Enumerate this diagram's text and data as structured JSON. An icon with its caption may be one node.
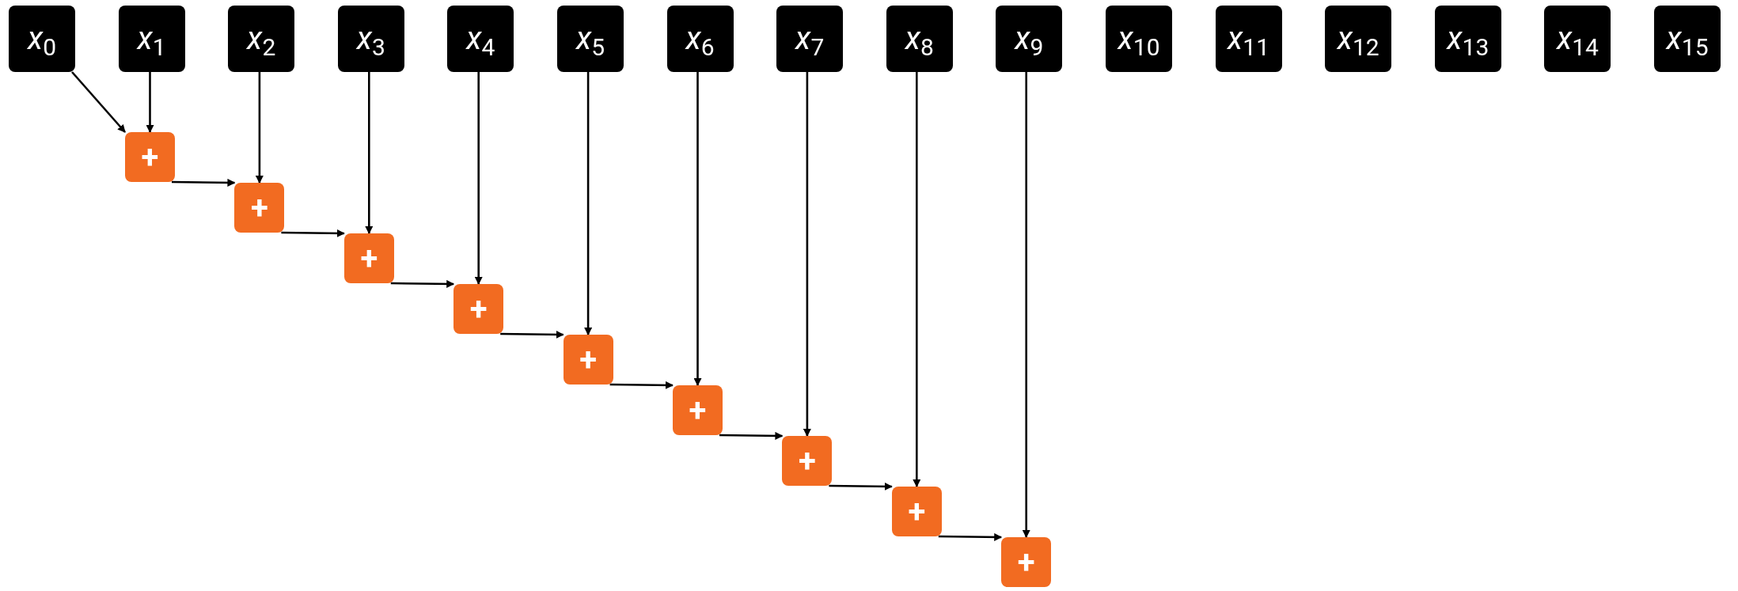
{
  "diagram": {
    "nodes": [
      {
        "text": [
          "*x*$_{0}$"
        ]
      },
      {
        "text": [
          "*x*$_{1}$"
        ]
      },
      {
        "text": [
          "*x*$_{2}$"
        ]
      },
      {
        "text": [
          "*x*$_{3}$"
        ]
      },
      {
        "text": [
          "*x*$_{4}$"
        ]
      },
      {
        "text": [
          "*x*$_{5}$"
        ]
      },
      {
        "text": [
          "*x*$_{6}$"
        ]
      },
      {
        "text": [
          "*x*$_{7}$"
        ]
      },
      {
        "text": [
          "*x*$_{8}$"
        ]
      },
      {
        "text": [
          "*x*$_{9}$"
        ]
      },
      {
        "text": [
          "*x*$_{10}$"
        ]
      },
      {
        "text": [
          "*x*$_{11}$"
        ]
      },
      {
        "text": [
          "*x*$_{12}$"
        ]
      },
      {
        "text": [
          "*x*$_{13}$"
        ]
      },
      {
        "text": [
          "*x*$_{14}$"
        ]
      },
      {
        "text": [
          "*x*$_{15}$"
        ]
      },
      {
        "text": [
          "+"
        ]
      },
      {
        "text": [
          "+"
        ]
      },
      {
        "text": [
          "+"
        ]
      },
      {
        "text": [
          "+"
        ]
      },
      {
        "text": [
          "+"
        ]
      },
      {
        "text": [
          "+"
        ]
      },
      {
        "text": [
          "+"
        ]
      },
      {
        "text": [
          "+"
        ]
      },
      {
        "text": [
          "+"
        ]
      }
    ],
    "edges": [
      {
        "from": 0,
        "to": 16,
        "arrow": "to"
      },
      {
        "from": 1,
        "to": 16,
        "arrow": "to"
      },
      {
        "from": 16,
        "to": 17,
        "arrow": "to"
      },
      {
        "from": 2,
        "to": 17,
        "arrow": "to"
      },
      {
        "from": 17,
        "to": 18,
        "arrow": "to"
      },
      {
        "from": 3,
        "to": 18,
        "arrow": "to"
      },
      {
        "from": 18,
        "to": 19,
        "arrow": "to"
      },
      {
        "from": 4,
        "to": 19,
        "arrow": "to"
      },
      {
        "from": 19,
        "to": 20,
        "arrow": "to"
      },
      {
        "from": 5,
        "to": 20,
        "arrow": "to"
      },
      {
        "from": 20,
        "to": 21,
        "arrow": "to"
      },
      {
        "from": 6,
        "to": 21,
        "arrow": "to"
      },
      {
        "from": 21,
        "to": 22,
        "arrow": "to"
      },
      {
        "from": 7,
        "to": 22,
        "arrow": "to"
      },
      {
        "from": 22,
        "to": 23,
        "arrow": "to"
      },
      {
        "from": 8,
        "to": 23,
        "arrow": "to"
      },
      {
        "from": 23,
        "to": 24,
        "arrow": "to"
      },
      {
        "from": 9,
        "to": 24,
        "arrow": "to"
      }
    ]
  }
}
